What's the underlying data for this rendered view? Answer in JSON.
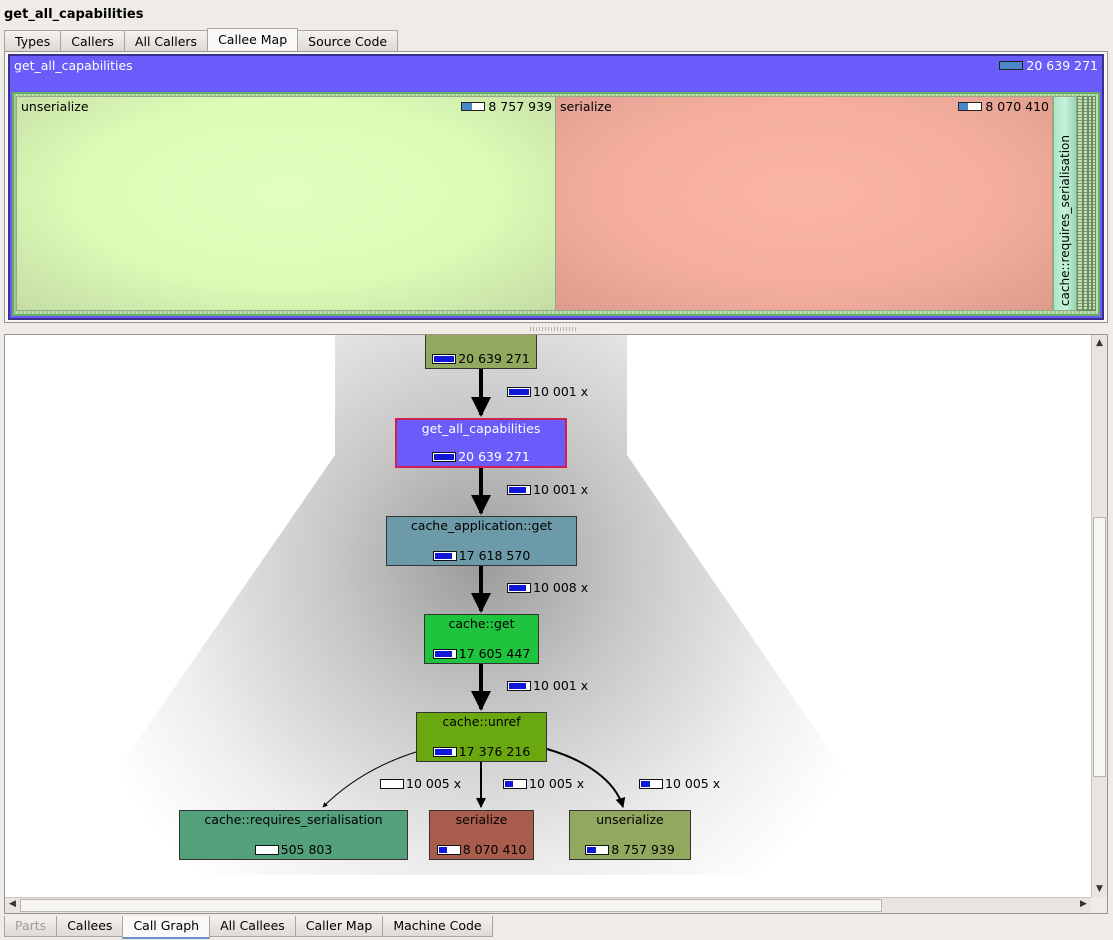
{
  "window": {
    "title": "get_all_capabilities"
  },
  "top_tabs": [
    "Types",
    "Callers",
    "All Callers",
    "Callee Map",
    "Source Code"
  ],
  "top_tabs_active": "Callee Map",
  "bottom_tabs": [
    "Parts",
    "Callees",
    "Call Graph",
    "All Callees",
    "Caller Map",
    "Machine Code"
  ],
  "bottom_tabs_active": "Call Graph",
  "callee_map": {
    "root": {
      "name": "get_all_capabilities",
      "cost": "20 639 271",
      "fraction": 1.0
    },
    "cells": [
      {
        "name": "unserialize",
        "cost": "8 757 939",
        "fraction": 0.42
      },
      {
        "name": "serialize",
        "cost": "8 070 410",
        "fraction": 0.39
      },
      {
        "name": "cache::requires_serialisation"
      }
    ]
  },
  "call_graph": {
    "nodes": [
      {
        "id": "caller",
        "name": "",
        "cost": "20 639 271",
        "fraction": 1.0,
        "color": "#93a85f"
      },
      {
        "id": "root",
        "name": "get_all_capabilities",
        "cost": "20 639 271",
        "fraction": 1.0,
        "color": "#6a5cfa"
      },
      {
        "id": "appget",
        "name": "cache_application::get",
        "cost": "17 618 570",
        "fraction": 0.85,
        "color": "#6c9aa8"
      },
      {
        "id": "cacheget",
        "name": "cache::get",
        "cost": "17 605 447",
        "fraction": 0.85,
        "color": "#1ec43e"
      },
      {
        "id": "unref",
        "name": "cache::unref",
        "cost": "17 376 216",
        "fraction": 0.84,
        "color": "#6aa810"
      },
      {
        "id": "reqser",
        "name": "cache::requires_serialisation",
        "cost": "505 803",
        "fraction": 0.02,
        "color": "#55a07c"
      },
      {
        "id": "ser",
        "name": "serialize",
        "cost": "8 070 410",
        "fraction": 0.39,
        "color": "#a85c4c"
      },
      {
        "id": "unser",
        "name": "unserialize",
        "cost": "8 757 939",
        "fraction": 0.42,
        "color": "#93a85f"
      }
    ],
    "edges": [
      {
        "from": "caller",
        "to": "root",
        "calls": "10 001 x",
        "fraction": 1.0
      },
      {
        "from": "root",
        "to": "appget",
        "calls": "10 001 x",
        "fraction": 0.85
      },
      {
        "from": "appget",
        "to": "cacheget",
        "calls": "10 008 x",
        "fraction": 0.85
      },
      {
        "from": "cacheget",
        "to": "unref",
        "calls": "10 001 x",
        "fraction": 0.84
      },
      {
        "from": "unref",
        "to": "reqser",
        "calls": "10 005 x",
        "fraction": 0.02
      },
      {
        "from": "unref",
        "to": "ser",
        "calls": "10 005 x",
        "fraction": 0.39
      },
      {
        "from": "unref",
        "to": "unser",
        "calls": "10 005 x",
        "fraction": 0.42
      }
    ]
  },
  "colors": {
    "accent": "#6a5cfa",
    "selection_border": "#d02050",
    "cost_bar": "#1018d8"
  },
  "icons": [
    "scroll-up-arrow-icon",
    "scroll-down-arrow-icon",
    "scroll-left-arrow-icon",
    "scroll-right-arrow-icon"
  ]
}
